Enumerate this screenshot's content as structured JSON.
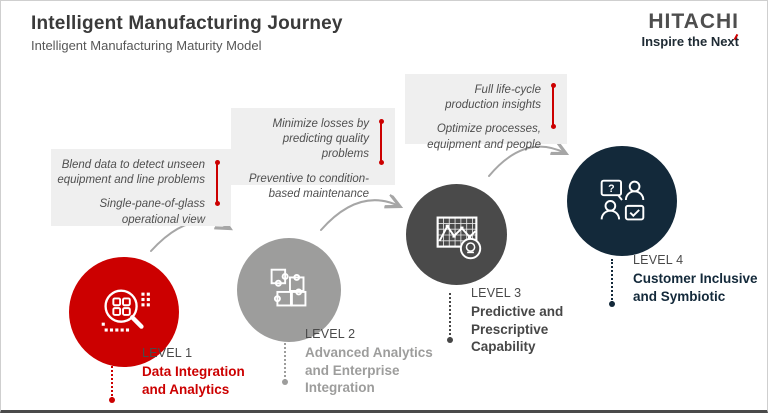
{
  "header": {
    "title": "Intelligent Manufacturing Journey",
    "subtitle": "Intelligent Manufacturing Maturity Model",
    "logo_text": "HITACHI",
    "slogan": "Inspire the Next"
  },
  "callouts": [
    {
      "para1": [
        "Blend data to detect unseen",
        "equipment and line problems"
      ],
      "para2": [
        "Single-pane-of-glass",
        "operational view"
      ]
    },
    {
      "para1": [
        "Minimize losses by",
        "predicting quality problems"
      ],
      "para2": [
        "Preventive to condition-",
        "based maintenance"
      ]
    },
    {
      "para1": [
        "Full life-cycle",
        "production insights"
      ],
      "para2": [
        "Optimize processes,",
        "equipment and people"
      ]
    }
  ],
  "levels": [
    {
      "label": "LEVEL 1",
      "title": "Data Integration and Analytics",
      "title_lines": [
        "Data Integration",
        "and Analytics"
      ],
      "icon": "data-discovery-magnifier-icon",
      "color": "#CC0000"
    },
    {
      "label": "LEVEL 2",
      "title": "Advanced Analytics and Enterprise Integration",
      "title_lines": [
        "Advanced Analytics",
        "and Enterprise",
        "Integration"
      ],
      "icon": "puzzle-pieces-icon",
      "color": "#9D9D9C"
    },
    {
      "label": "LEVEL 3",
      "title": "Predictive and Prescriptive Capability",
      "title_lines": [
        "Predictive and",
        "Prescriptive",
        "Capability"
      ],
      "icon": "forecast-chart-icon",
      "color": "#4A4A4A"
    },
    {
      "label": "LEVEL 4",
      "title": "Customer Inclusive and Symbiotic",
      "title_lines": [
        "Customer Inclusive",
        "and Symbiotic"
      ],
      "icon": "customer-dialogue-icon",
      "color": "#13293A"
    }
  ],
  "icons": {
    "question_mark": "?"
  },
  "colors": {
    "level1_red": "#CC0000",
    "level2_gray": "#9D9D9C",
    "level3_charcoal": "#4A4A4A",
    "level4_navy": "#13293A",
    "callout_bg": "#EFEFEF",
    "arrow_gray": "#A6A6A6",
    "measure_red": "#CC0000"
  }
}
